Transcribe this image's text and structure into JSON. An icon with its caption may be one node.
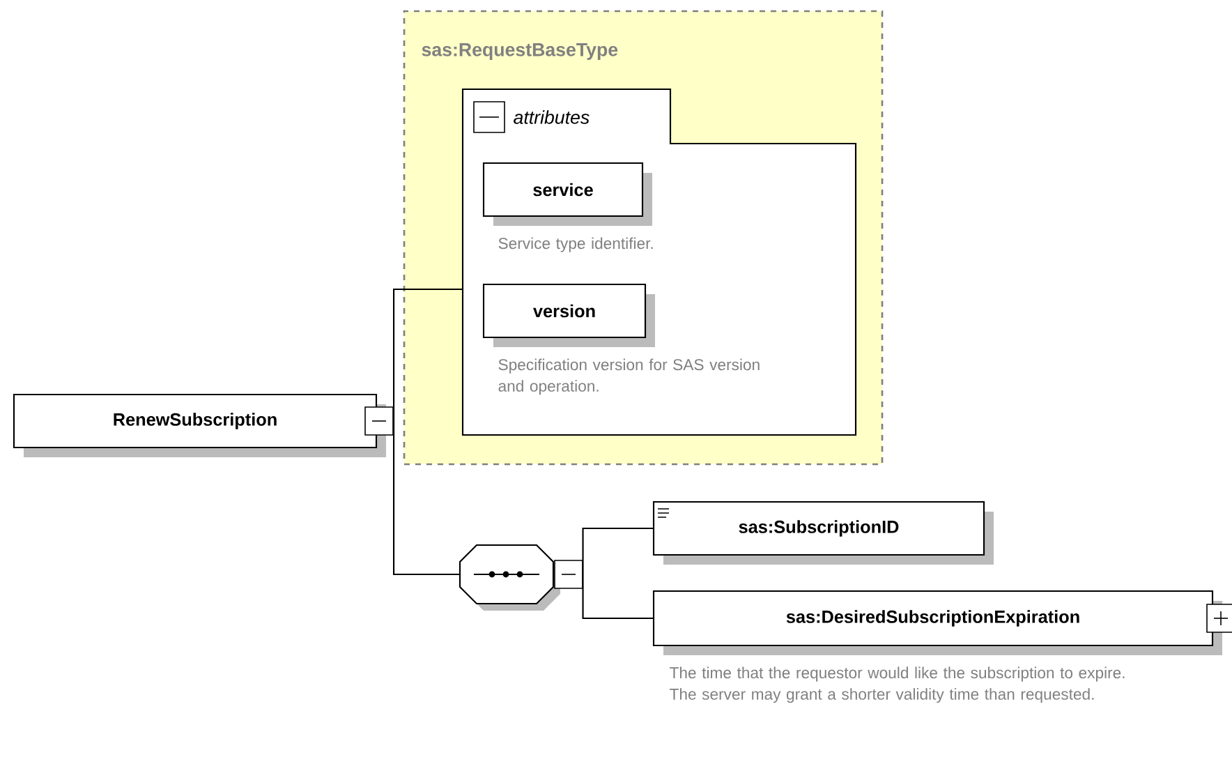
{
  "diagram": {
    "nodes": [
      {
        "text": [
          "RenewSubscription"
        ]
      },
      {
        "text": [
          "sas:RequestBaseType"
        ]
      },
      {
        "text": [
          "attributes"
        ],
        "in": 1
      },
      {
        "text": [
          "service"
        ],
        "in": 2,
        "beside": [
          "Service type identifier."
        ]
      },
      {
        "text": [
          "version"
        ],
        "in": 2,
        "beside": [
          "Specification version for SAS version and operation."
        ]
      },
      {
        "text": [],
        "shape": "octagon"
      },
      {
        "text": [
          "sas:SubscriptionID"
        ]
      },
      {
        "text": [
          "sas:DesiredSubscriptionExpiration"
        ],
        "beside": [
          "The time that the requestor would like the subscription to expire.  The server may grant a shorter validity time than requested."
        ]
      }
    ],
    "edges": [
      {
        "from": 0,
        "to": 2,
        "arrow": "none"
      },
      {
        "from": 0,
        "to": 5,
        "arrow": "none"
      },
      {
        "from": 5,
        "to": 6,
        "arrow": "none"
      },
      {
        "from": 5,
        "to": 7,
        "arrow": "none"
      }
    ]
  }
}
